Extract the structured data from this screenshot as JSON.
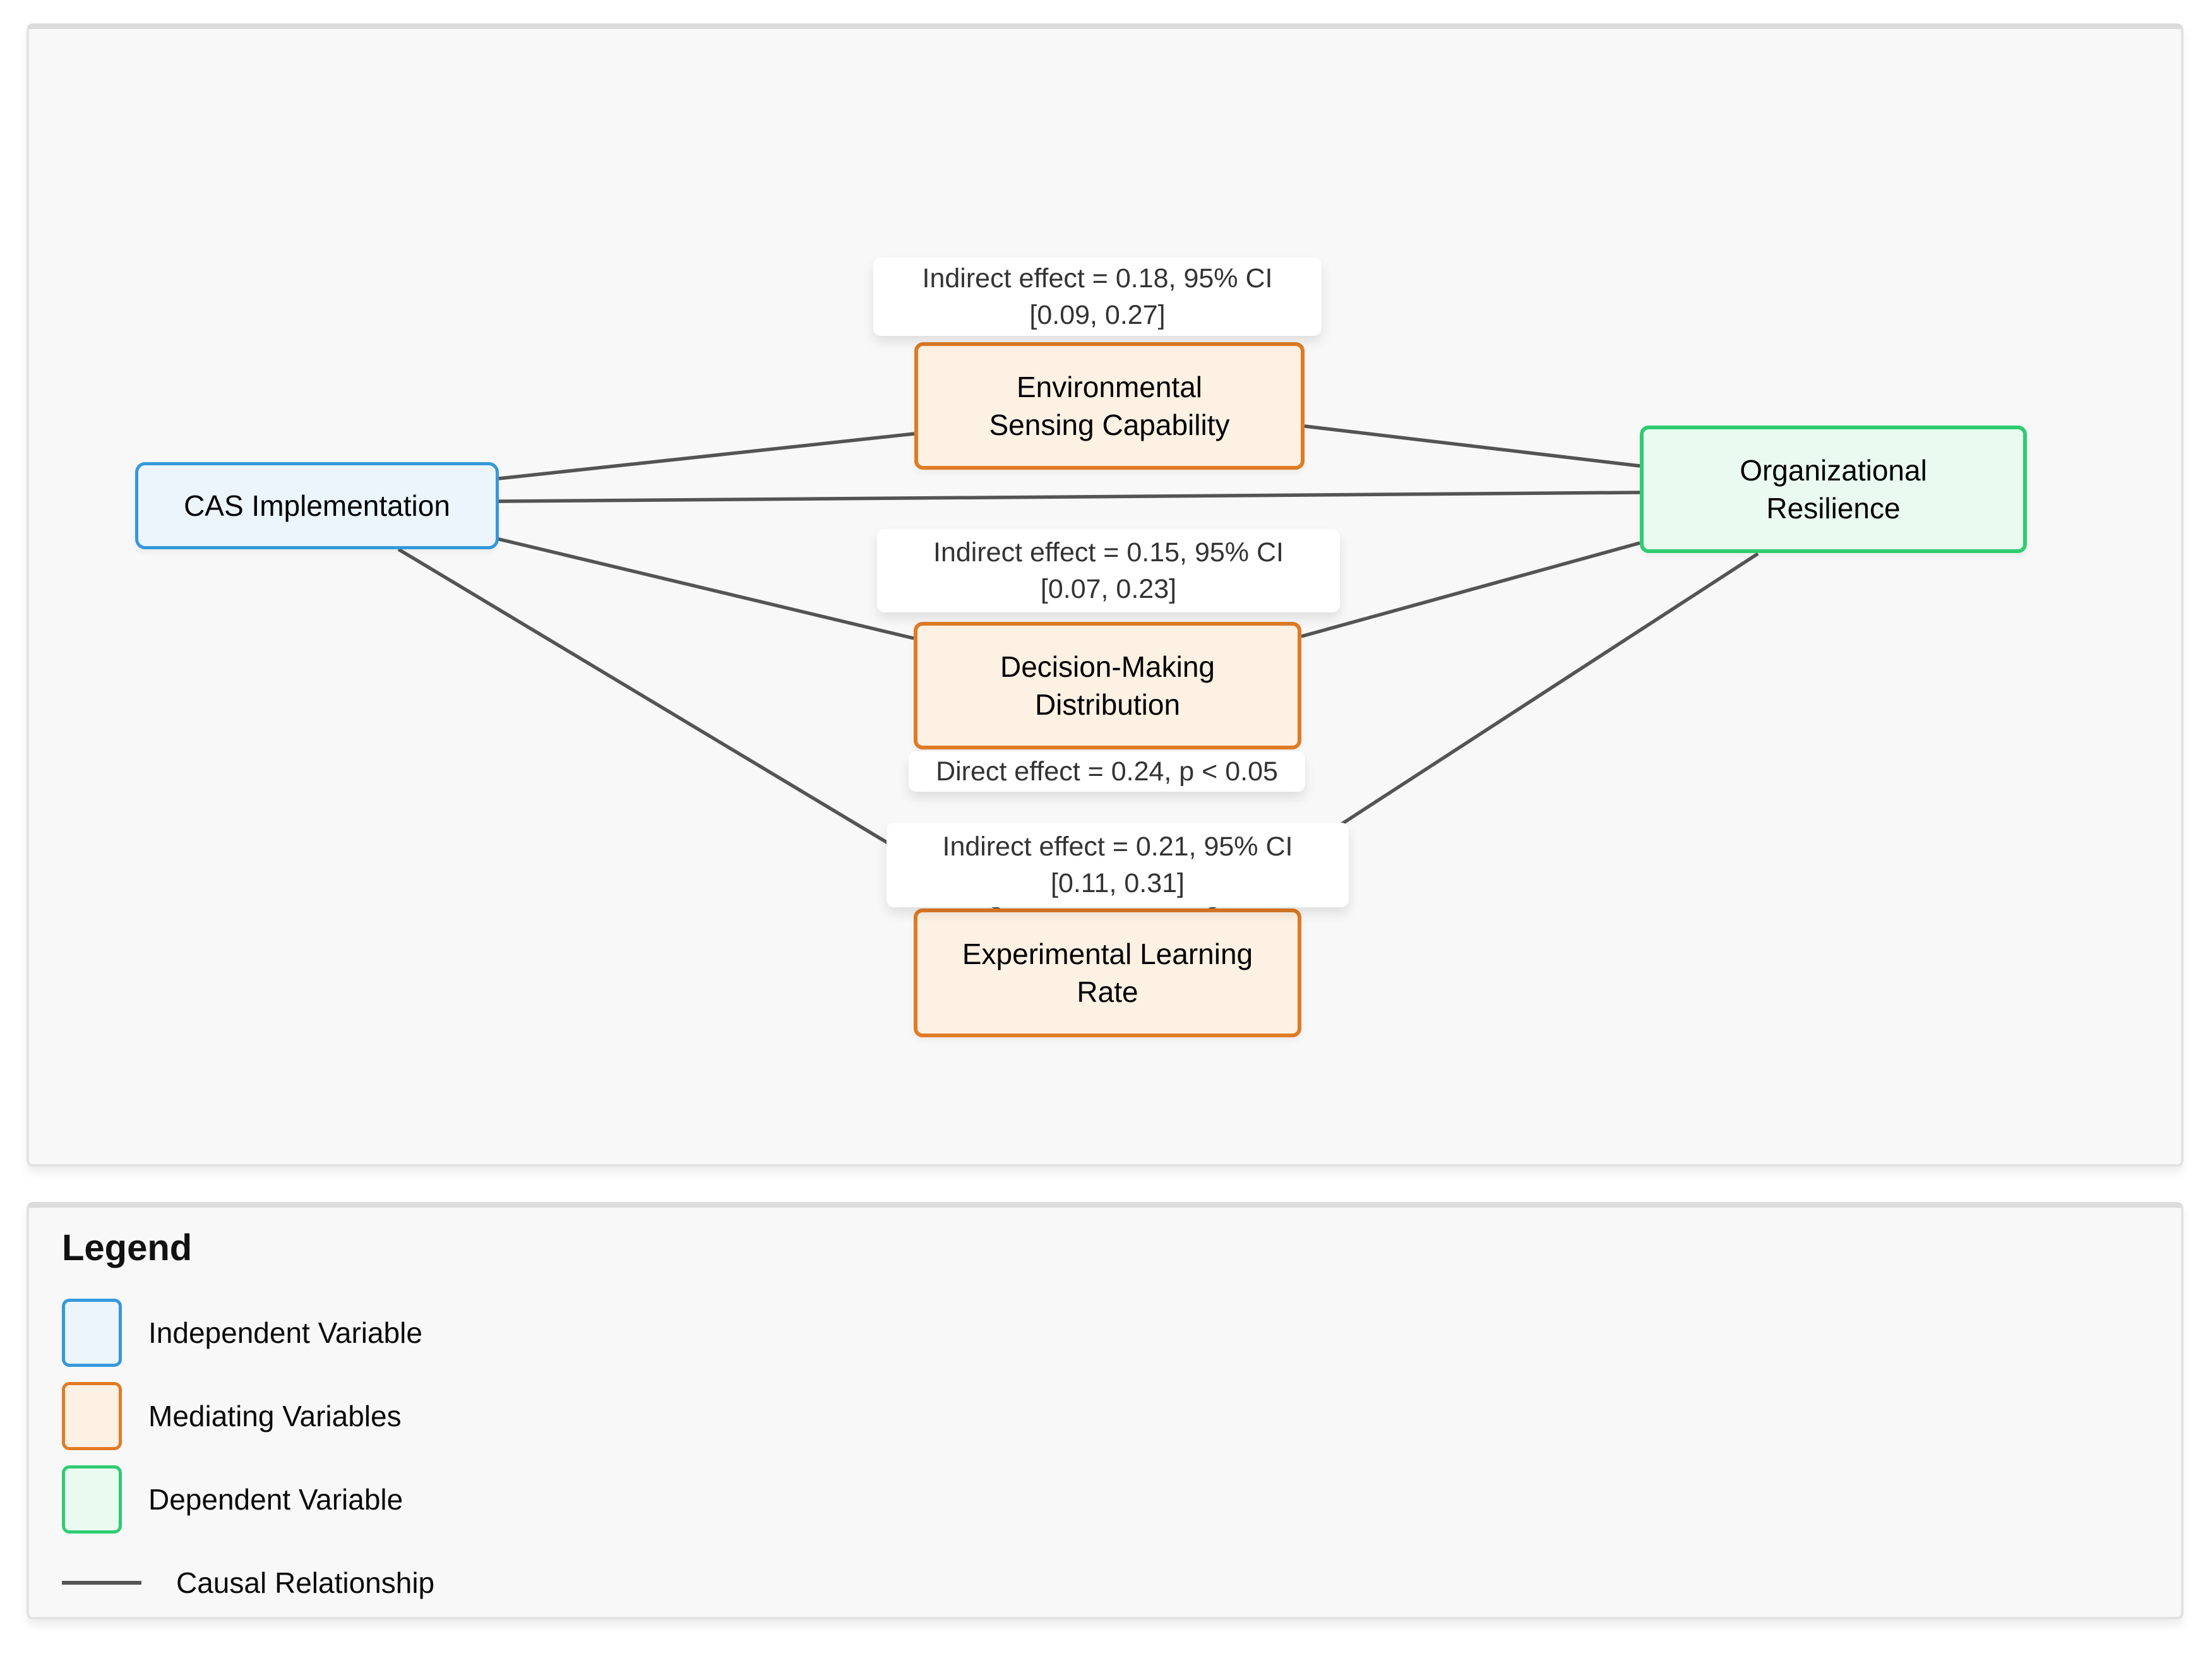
{
  "diagram": {
    "nodes": {
      "cas": {
        "label": "CAS Implementation",
        "role": "independent"
      },
      "esc": {
        "line1": "Environmental",
        "line2": "Sensing Capability",
        "role": "mediating"
      },
      "dmd": {
        "line1": "Decision-Making",
        "line2": "Distribution",
        "role": "mediating"
      },
      "elr": {
        "line1": "Experimental Learning",
        "line2": "Rate",
        "role": "mediating"
      },
      "or": {
        "line1": "Organizational",
        "line2": "Resilience",
        "role": "dependent"
      }
    },
    "edge_labels": {
      "esc": {
        "line1": "Indirect effect = 0.18, 95% CI",
        "line2": "[0.09, 0.27]"
      },
      "dmd": {
        "line1": "Indirect effect = 0.15, 95% CI",
        "line2": "[0.07, 0.23]"
      },
      "elr": {
        "line1": "Indirect effect = 0.21, 95% CI",
        "line2": "[0.11, 0.31]"
      },
      "direct": {
        "text": "Direct effect = 0.24, p < 0.05"
      }
    }
  },
  "legend": {
    "title": "Legend",
    "items": [
      {
        "swatch": "independent",
        "label": "Independent Variable"
      },
      {
        "swatch": "mediating",
        "label": "Mediating Variables"
      },
      {
        "swatch": "dependent",
        "label": "Dependent Variable"
      },
      {
        "swatch": "line",
        "label": "Causal Relationship"
      }
    ]
  },
  "colors": {
    "independent_border": "#3498db",
    "independent_fill": "#ebf5fb",
    "mediating_border": "#e07b24",
    "mediating_fill": "#fdf1e3",
    "dependent_border": "#2ecc71",
    "dependent_fill": "#eafaf0",
    "edge": "#545454",
    "label_text": "#333333",
    "panel_bg": "#f8f8f8",
    "panel_border": "#e2e2e2"
  }
}
